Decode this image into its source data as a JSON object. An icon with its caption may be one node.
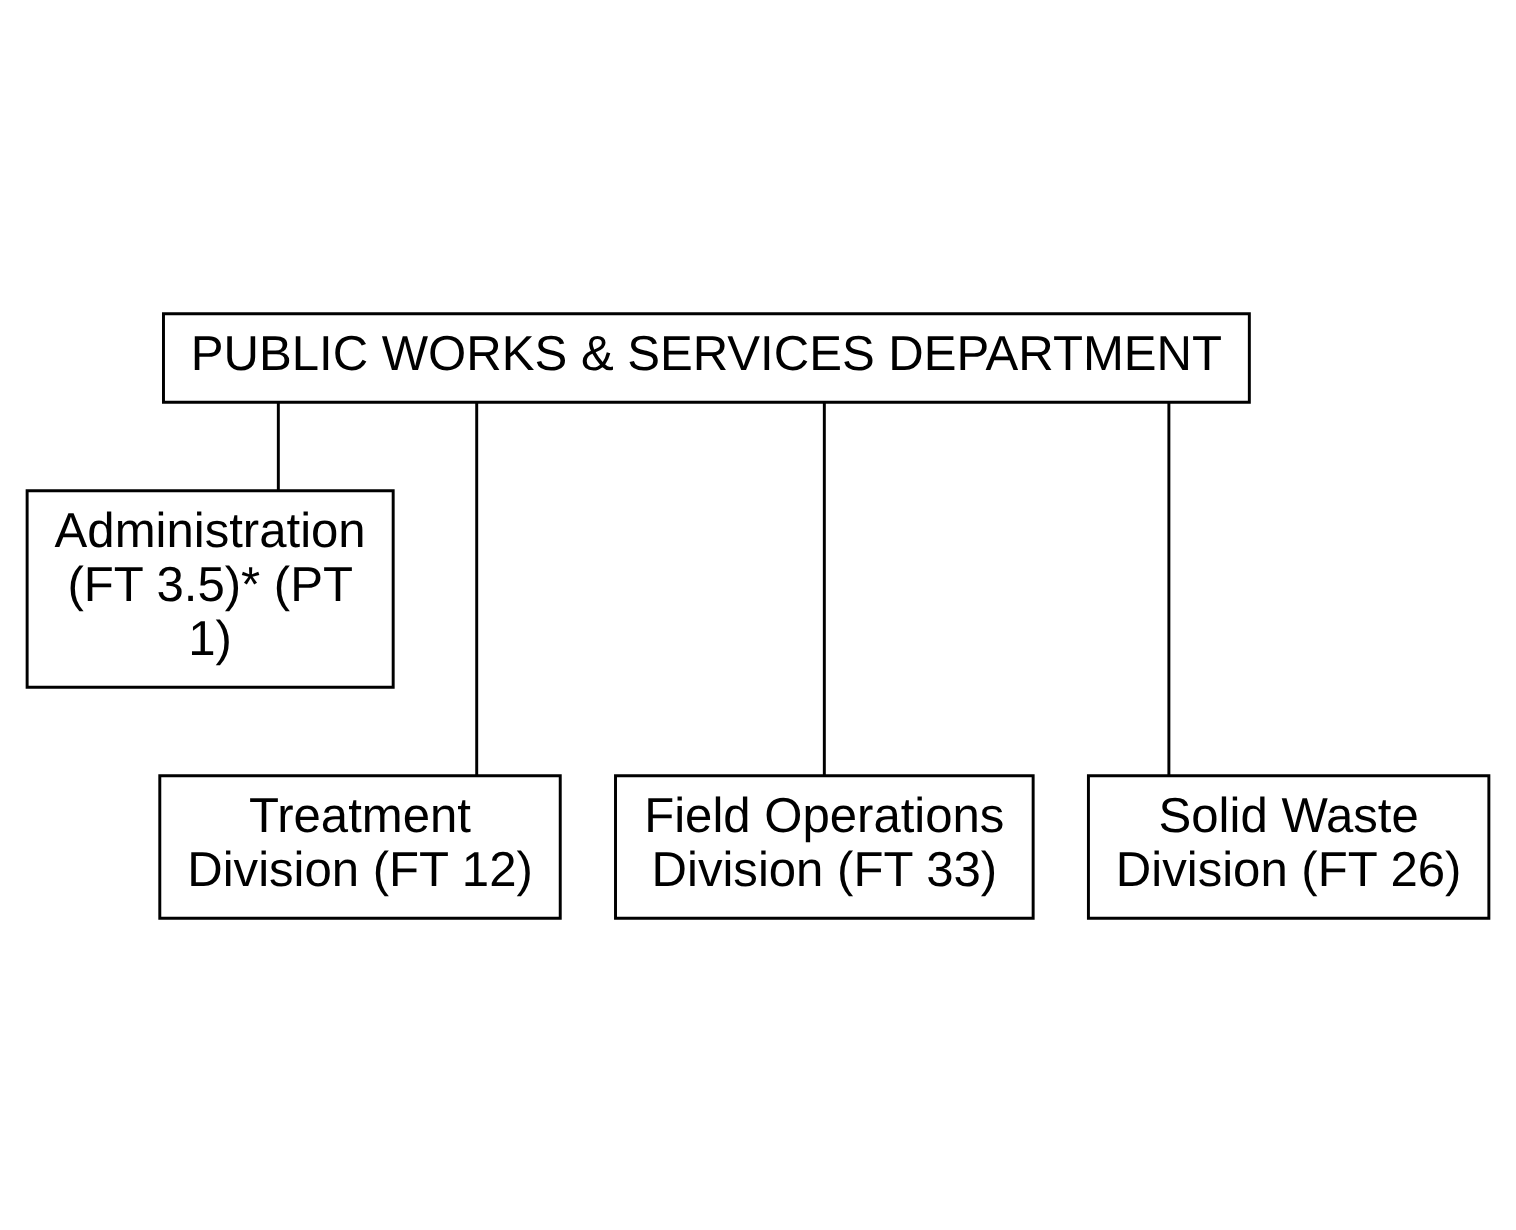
{
  "diagram": {
    "nodes": [
      {
        "text": [
          "PUBLIC WORKS & SERVICES DEPARTMENT"
        ]
      },
      {
        "text": [
          "Administration (FT 3.5)* (PT 1)"
        ]
      },
      {
        "text": [
          "Treatment Division (FT 12)"
        ]
      },
      {
        "text": [
          "Field Operations Division (FT 33)"
        ]
      },
      {
        "text": [
          "Solid Waste Division (FT 26)"
        ]
      }
    ],
    "edges": [
      {
        "from": 0,
        "to": 1,
        "arrow": "none"
      },
      {
        "from": 0,
        "to": 2,
        "arrow": "none"
      },
      {
        "from": 0,
        "to": 3,
        "arrow": "none"
      },
      {
        "from": 0,
        "to": 4,
        "arrow": "none"
      }
    ]
  }
}
